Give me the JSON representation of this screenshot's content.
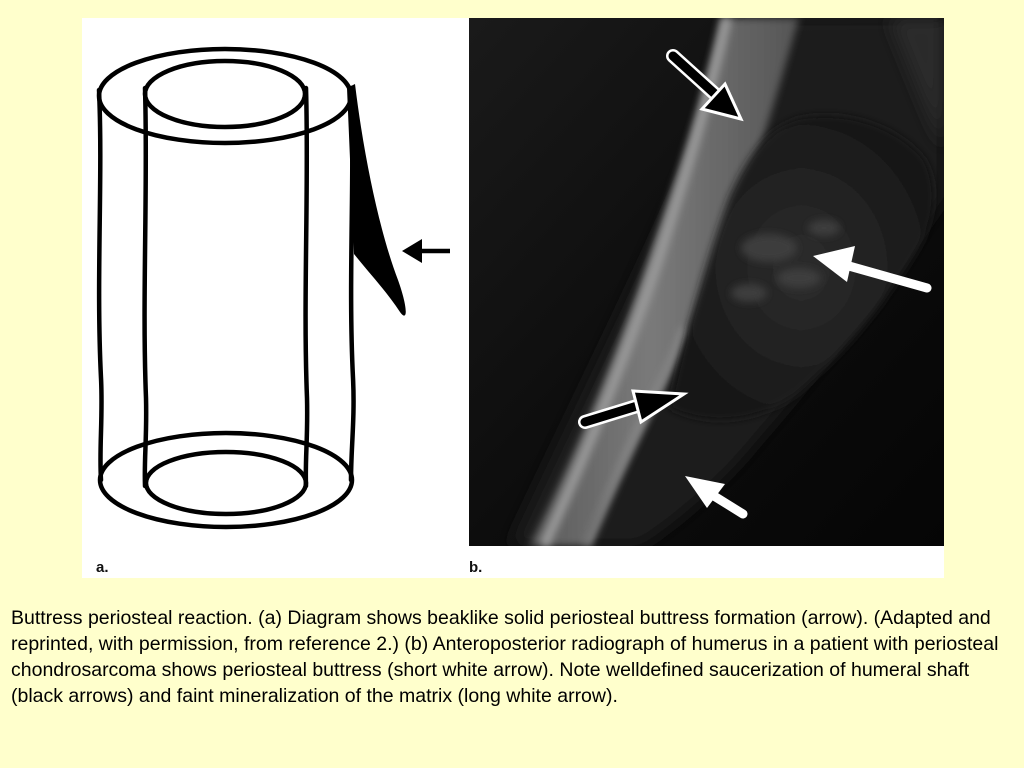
{
  "figure": {
    "panel_a": {
      "label": "a.",
      "icon": "periosteal-buttress-diagram"
    },
    "panel_b": {
      "label": "b.",
      "icon": "humerus-radiograph"
    }
  },
  "caption": "Buttress periosteal reaction. (a) Diagram shows beaklike solid periosteal buttress formation (arrow). (Adapted and reprinted, with permission, from reference 2.) (b) Anteroposterior radiograph of humerus in a patient with periosteal chondrosarcoma shows periosteal buttress (short white arrow). Note welldefined saucerization of humeral shaft (black arrows) and faint mineralization of the matrix (long white arrow).",
  "colors": {
    "background": "#ffffcc",
    "figure_background": "#ffffff",
    "ink": "#000000"
  }
}
